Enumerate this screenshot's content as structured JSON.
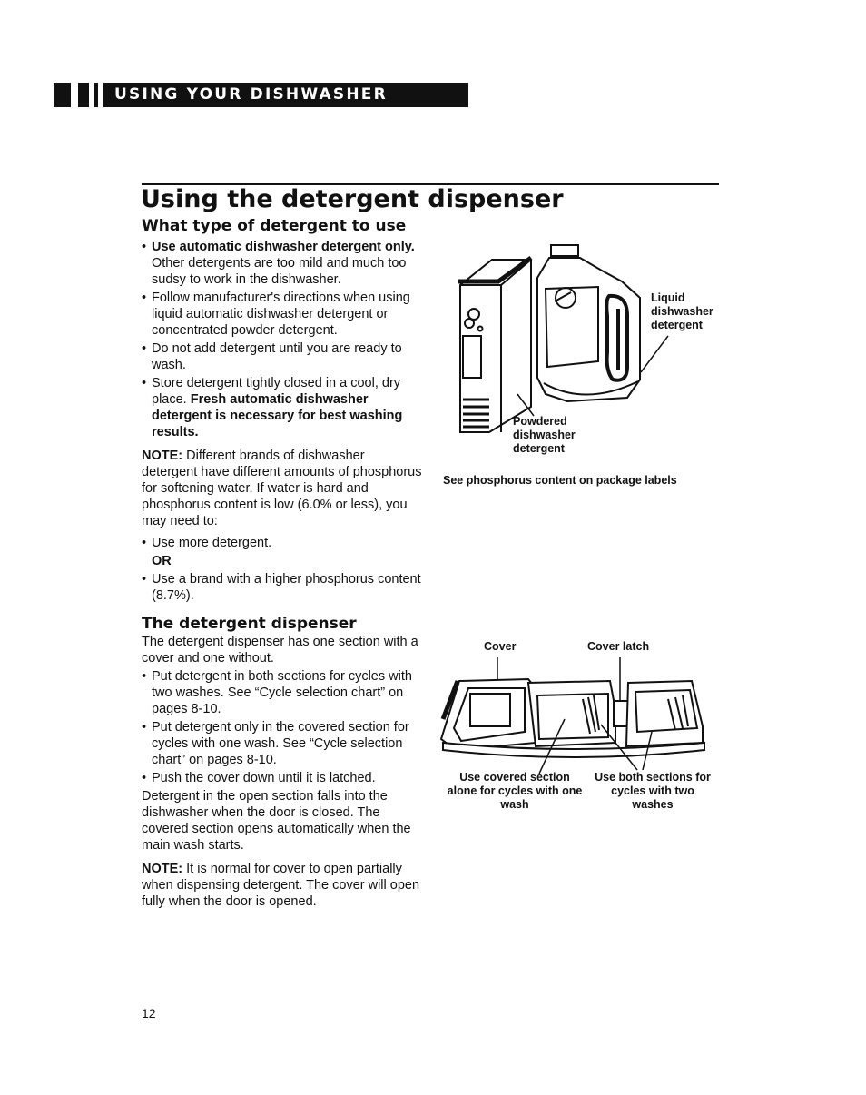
{
  "header": {
    "section_title": "USING YOUR DISHWASHER"
  },
  "title": "Using the detergent dispenser",
  "detergent_type": {
    "heading": "What type of detergent to use",
    "bullet1_bold": "Use automatic dishwasher detergent only.",
    "bullet1_text": "Other detergents are too mild and much too sudsy to work in the dishwasher.",
    "bullet2": "Follow manufacturer's directions when using liquid automatic dishwasher detergent or concentrated powder detergent.",
    "bullet3": "Do not add detergent until you are ready to wash.",
    "bullet4_text": "Store detergent tightly closed in a cool, dry place.",
    "bullet4_bold": "Fresh automatic dishwasher detergent is necessary for best washing results.",
    "note_label": "NOTE:",
    "note_text": "Different brands of dishwasher detergent have different amounts of phosphorus for softening water. If water is hard and phosphorus content is low (6.0% or less), you may need to:",
    "option1": "Use more detergent.",
    "or_label": "OR",
    "option2": "Use a brand with a higher phosphorus content (8.7%)."
  },
  "figure1": {
    "label_liquid": "Liquid dishwasher detergent",
    "label_powder": "Powdered dishwasher detergent",
    "caption": "See phosphorus content on package labels"
  },
  "dispenser": {
    "heading": "The detergent dispenser",
    "intro": "The detergent dispenser has one section with a cover and one without.",
    "bullet1": "Put detergent in both sections for cycles with two washes. See “Cycle selection chart” on pages 8-10.",
    "bullet2": "Put detergent only in the covered section for cycles with one wash. See “Cycle selection chart” on pages 8-10.",
    "bullet3": "Push the cover down until it is latched.",
    "para": "Detergent in the open section falls into the dishwasher when the door is closed. The covered section opens automatically when the main wash starts.",
    "note_label": "NOTE:",
    "note_text": "It is normal for cover to open partially when dispensing detergent. The cover will open fully when the door is opened."
  },
  "figure2": {
    "label_cover": "Cover",
    "label_latch": "Cover latch",
    "label_covered": "Use covered section alone for cycles with one wash",
    "label_both": "Use both sections for cycles with two washes"
  },
  "page_number": "12"
}
